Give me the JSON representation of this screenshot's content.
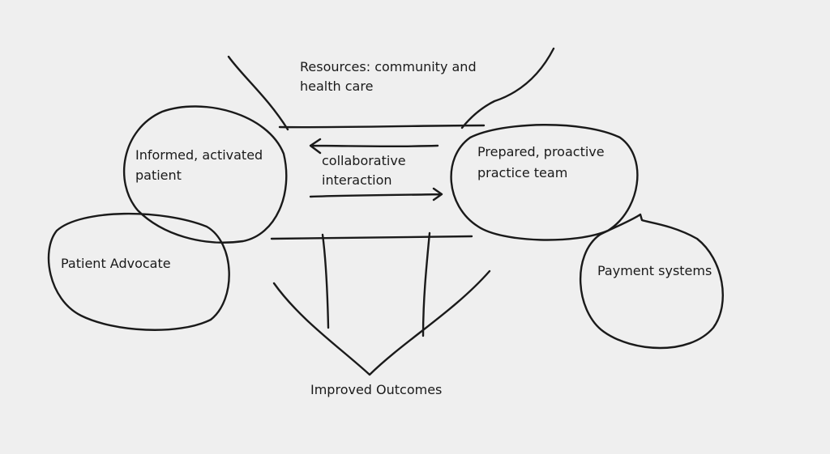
{
  "diagram": {
    "resources": {
      "line1": "Resources: community and",
      "line2": "health care"
    },
    "patient": {
      "line1": "Informed, activated",
      "line2": "patient"
    },
    "interaction": {
      "line1": "collaborative",
      "line2": "interaction"
    },
    "team": {
      "line1": "Prepared, proactive",
      "line2": "practice team"
    },
    "advocate": "Patient Advocate",
    "payment": "Payment systems",
    "outcomes": "Improved Outcomes"
  },
  "colors": {
    "background": "#efefef",
    "ink": "#1a1a1a"
  }
}
